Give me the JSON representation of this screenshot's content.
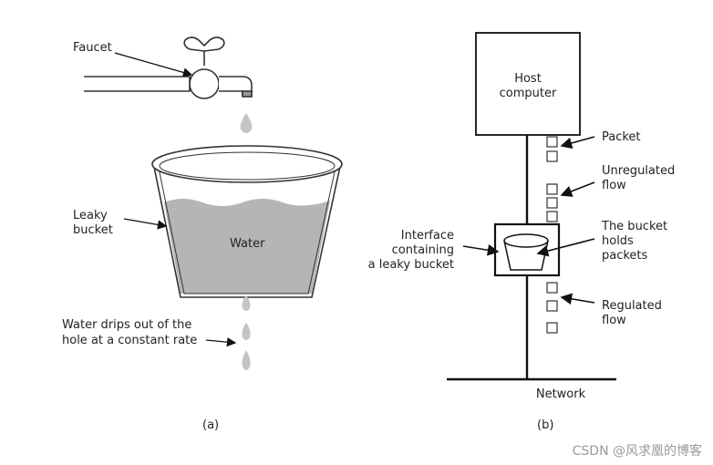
{
  "panel_a": {
    "faucet_label": "Faucet",
    "leaky_bucket_label_line1": "Leaky",
    "leaky_bucket_label_line2": "bucket",
    "water_label": "Water",
    "drips_line1": "Water drips out of the",
    "drips_line2": "hole at a constant rate",
    "caption": "(a)"
  },
  "panel_b": {
    "host_line1": "Host",
    "host_line2": "computer",
    "packet_label": "Packet",
    "unregulated_line1": "Unregulated",
    "unregulated_line2": "flow",
    "bucket_holds_line1": "The bucket",
    "bucket_holds_line2": "holds",
    "bucket_holds_line3": "packets",
    "interface_line1": "Interface",
    "interface_line2": "containing",
    "interface_line3": "a leaky bucket",
    "regulated_line1": "Regulated",
    "regulated_line2": "flow",
    "network_label": "Network",
    "caption": "(b)"
  },
  "watermark": "CSDN @风求凰的博客",
  "colors": {
    "line": "#111111",
    "water": "#b5b5b5",
    "drop": "#c4c4c4",
    "watermark": "#9a9a9a"
  }
}
